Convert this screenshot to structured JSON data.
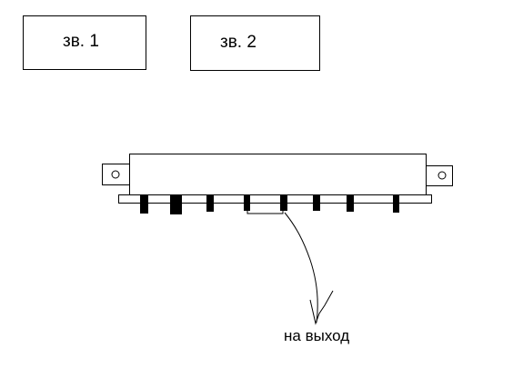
{
  "boxes": [
    {
      "label": "зв. 1"
    },
    {
      "label": "зв. 2"
    }
  ],
  "output_label": "на выход"
}
